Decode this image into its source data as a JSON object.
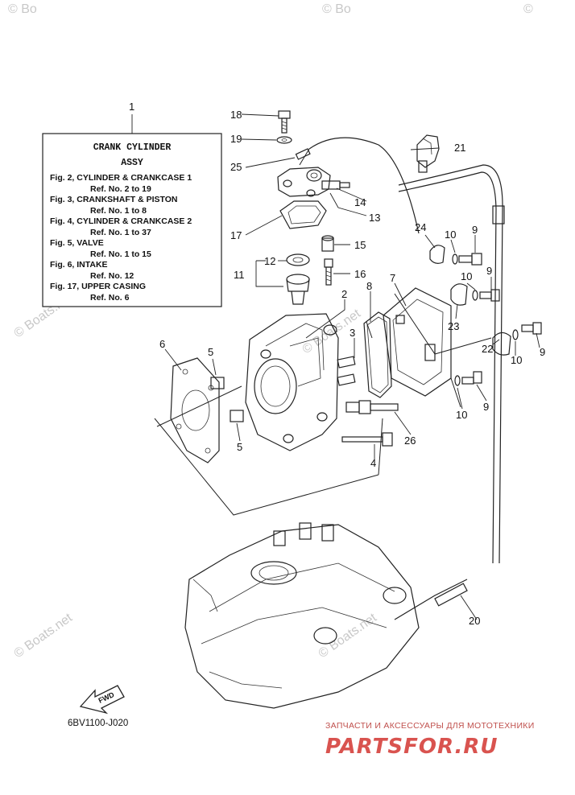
{
  "watermarks": [
    "© Bo",
    "© Bo",
    "© Boats.net",
    "© Boats.net",
    "© Boats.net",
    "© Boats.net"
  ],
  "assy_box": {
    "ref": "1",
    "title": "CRANK CYLINDER",
    "subtitle": "ASSY",
    "lines": [
      "Fig. 2, CYLINDER & CRANKCASE 1",
      "Ref. No. 2 to 19",
      "Fig. 3, CRANKSHAFT & PISTON",
      "Ref. No. 1 to 8",
      "Fig. 4, CYLINDER & CRANKCASE 2",
      "Ref. No. 1 to 37",
      "Fig. 5, VALVE",
      "Ref. No. 1 to 15",
      "Fig. 6, INTAKE",
      "Ref. No. 12",
      "Fig. 17, UPPER CASING",
      "Ref. No. 6"
    ]
  },
  "callouts": {
    "c18": "18",
    "c19": "19",
    "c25": "25",
    "c14": "14",
    "c13": "13",
    "c17": "17",
    "c15": "15",
    "c12": "12",
    "c11": "11",
    "c16": "16",
    "c21": "21",
    "c24": "24",
    "c10a": "10",
    "c9a": "9",
    "c9b": "9",
    "c10b": "10",
    "c7": "7",
    "c8": "8",
    "c2": "2",
    "c3": "3",
    "c23": "23",
    "c22": "22",
    "c10c": "10",
    "c9c": "9",
    "c6": "6",
    "c5a": "5",
    "c5b": "5",
    "c10d": "10",
    "c9d": "9",
    "c26": "26",
    "c4": "4",
    "c20": "20"
  },
  "fwd_label": "FWD",
  "drawing_code": "6BV1100-J020",
  "ad": {
    "tagline": "ЗАПЧАСТИ И АКСЕССУАРЫ ДЛЯ МОТОТЕХНИКИ",
    "brand": "PARTSFOR.RU",
    "brand_color": "#d9534f"
  }
}
